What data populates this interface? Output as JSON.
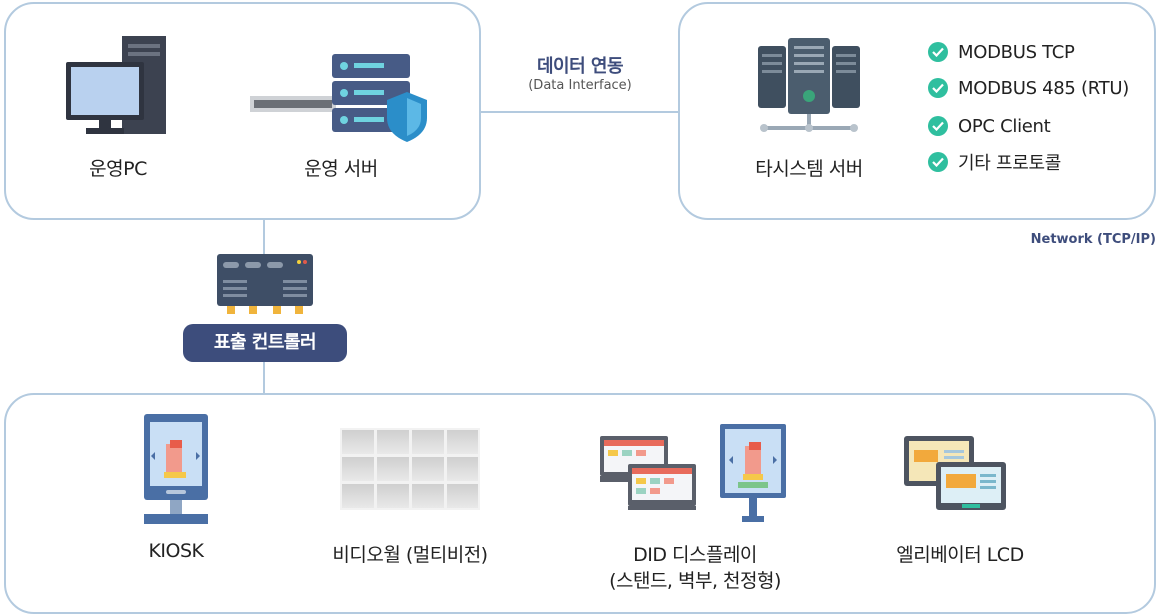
{
  "top_left": {
    "pc_label": "운영PC",
    "server_label": "운영 서버"
  },
  "link": {
    "title": "데이터 연동",
    "subtitle": "(Data Interface)"
  },
  "top_right": {
    "server_label": "타시스템 서버",
    "protocols": [
      "MODBUS TCP",
      "MODBUS 485 (RTU)",
      "OPC Client",
      "기타 프로토콜"
    ]
  },
  "network_label": "Network (TCP/IP)",
  "controller_label": "표출 컨트롤러",
  "devices": {
    "kiosk": "KIOSK",
    "video_wall": "비디오월 (멀티비전)",
    "did_line1": "DID 디스플레이",
    "did_line2": "(스탠드, 벽부, 천정형)",
    "elevator": "엘리베이터 LCD"
  },
  "colors": {
    "panel_border": "#b3cadf",
    "accent_navy": "#3d4d7c",
    "check_green": "#2fbf9f",
    "server_slate": "#475569",
    "kiosk_blue": "#4a6fa5"
  },
  "icons": {
    "pc": "desktop-pc-icon",
    "server": "shield-server-icon",
    "external_server": "server-rack-icon",
    "check": "check-circle-icon",
    "controller": "controller-board-icon",
    "kiosk": "kiosk-icon",
    "video_wall": "video-wall-icon",
    "did": "did-display-icon",
    "elevator": "elevator-lcd-icon"
  }
}
